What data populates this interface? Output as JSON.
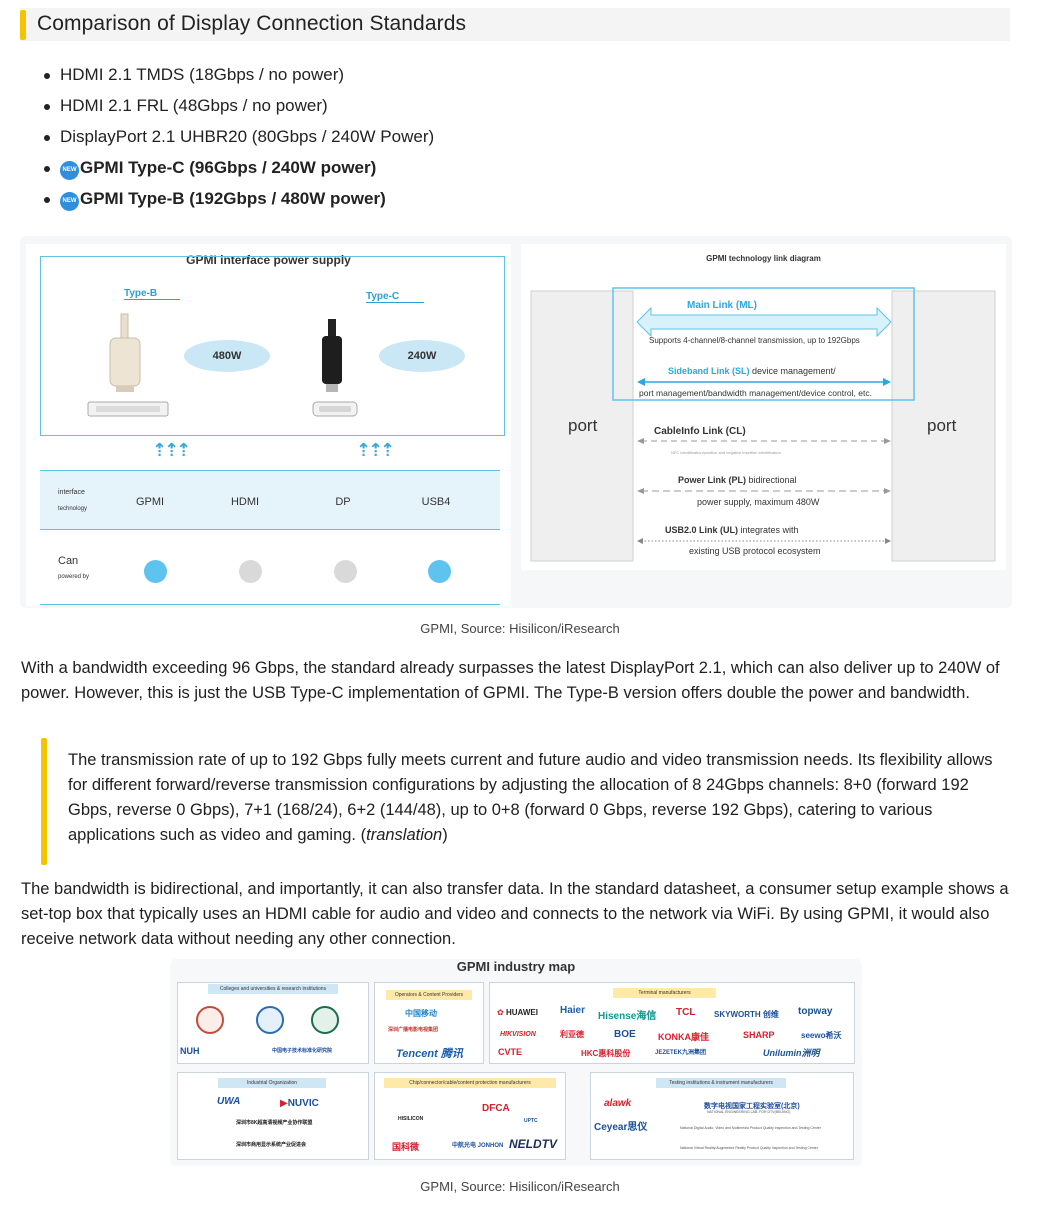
{
  "header": {
    "title": "Comparison of Display Connection Standards"
  },
  "standards": [
    {
      "text": "HDMI 2.1 TMDS (18Gbps / no power)",
      "new": false
    },
    {
      "text": "HDMI 2.1 FRL (48Gbps / no power)",
      "new": false
    },
    {
      "text": "DisplayPort 2.1 UHBR20 (80Gbps / 240W Power)",
      "new": false
    },
    {
      "text": "GPMI Type-C (96Gbps / 240W power)",
      "new": true
    },
    {
      "text": "GPMI Type-B (192Gbps / 480W power)",
      "new": true
    }
  ],
  "new_badge": "NEW",
  "power_diagram": {
    "title": "GPMI interface power supply",
    "type_b_label": "Type-B",
    "type_c_label": "Type-C",
    "type_b_power": "480W",
    "type_c_power": "240W",
    "tech_row_label_1": "interface",
    "tech_row_label_2": "technology",
    "techs": [
      "GPMI",
      "HDMI",
      "DP",
      "USB4"
    ],
    "can_label": "Can",
    "powered_label": "powered by",
    "powered": [
      true,
      false,
      false,
      true
    ],
    "colors": {
      "accent": "#5ec3ee",
      "inactive": "#d9d9d9"
    }
  },
  "link_diagram": {
    "title": "GPMI technology link diagram",
    "port_left": "port",
    "port_right": "port",
    "main_link": "Main Link (ML)",
    "main_link_desc": "Supports 4-channel/8-channel transmission, up to 192Gbps",
    "sideband_link_bold": "Sideband Link (SL)",
    "sideband_link_rest": " device management/",
    "sideband_desc": "port management/bandwidth management/device control, etc.",
    "cableinfo_link": "CableInfo Link (CL)",
    "cableinfo_desc": "NFC identification/positive and negative insertion identification",
    "power_link_bold": "Power Link (PL)",
    "power_link_rest": " bidirectional",
    "power_desc": "power supply, maximum 480W",
    "usb_link_bold": "USB2.0 Link (UL)",
    "usb_link_rest": " integrates with",
    "usb_desc": "existing USB protocol ecosystem"
  },
  "caption_1": "GPMI, Source: Hisilicon/iResearch",
  "paragraph_1": "With a bandwidth exceeding 96 Gbps, the standard already surpasses the latest DisplayPort 2.1, which can also deliver up to 240W of power. However, this is just the USB Type-C implementation of GPMI. The Type-B version offers double the power and bandwidth.",
  "quote": {
    "text": "The transmission rate of up to 192 Gbps fully meets current and future audio and video transmission needs. Its flexibility allows for different forward/reverse transmission configurations by adjusting the allocation of 8 24Gbps channels: 8+0 (forward 192 Gbps, reverse 0 Gbps), 7+1 (168/24), 6+2 (144/48), up to 0+8 (forward 0 Gbps, reverse 192 Gbps), catering to various applications such as video and gaming. (",
    "emph": "translation",
    "close": ")"
  },
  "paragraph_2": "The bandwidth is bidirectional, and importantly, it can also transfer data. In the standard datasheet, a consumer setup example shows a set-top box that typically uses an HDMI cable for audio and video and connects to the network via WiFi. By using GPMI, it would also receive network data without needing any other connection.",
  "industry_map": {
    "title": "GPMI industry map",
    "groups": {
      "colleges": "Colleges and universities & research institutions",
      "operators": "Operators & Content Providers",
      "terminal": "Terminal manufacturers",
      "industrial": "Industrial Organization",
      "chip": "Chip/connector/cable/content protection manufacturers",
      "testing": "Testing institutions & instrument manufacturers"
    },
    "logos": {
      "nuh": "NUH",
      "cesi": "中国电子技术标准化研究院",
      "cmcc": "中国移动",
      "smg": "深圳广播电影电视集团",
      "tencent": "Tencent 腾讯",
      "huawei": "HUAWEI",
      "haier": "Haier",
      "hisense": "Hisense海信",
      "tcl": "TCL",
      "skyworth": "SKYWORTH 创维",
      "topway": "topway",
      "hikvision": "HIKVISION",
      "lijiade": "利亚德",
      "boe": "BOE",
      "konka": "KONKA康佳",
      "sharp": "SHARP",
      "seewo": "seewo希沃",
      "cvte": "CVTE",
      "hkc": "HKC惠科股份",
      "jezetek": "JEZETEK九洲集团",
      "unilumin": "Unilumin洲明",
      "uwa": "UWA",
      "nuvic": "NUVIC",
      "ind1": "深圳市8K超高清视频产业协作联盟",
      "ind2": "深圳市商用显示系统产业促进会",
      "hisilicon": "HISILICON",
      "dfca": "DFCA",
      "uptc": "UPTC",
      "guoke": "国科微",
      "jonhon": "中航光电 JONHON",
      "neldtv": "NELDTV",
      "alawk": "alawk",
      "ceyear": "Ceyear思仪",
      "lab": "数字电视国家工程实验室(北京)",
      "lab_en": "NATIONAL ENGINEERING LAB. FOR DTV(BEIJING)",
      "test1": "National Digital Audio, Video and Multimedia Product Quality Inspection and Testing Center",
      "test2": "National Virtual Reality/Augmented Reality Product Quality Inspection and Testing Center"
    }
  },
  "caption_2": "GPMI, Source: Hisilicon/iResearch"
}
